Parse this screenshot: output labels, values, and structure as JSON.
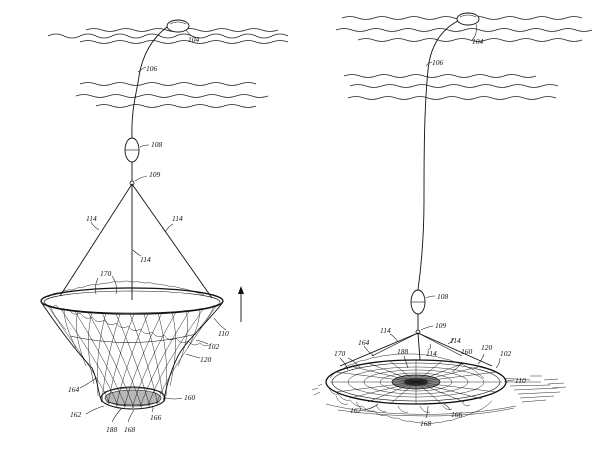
{
  "labels": {
    "left": {
      "float": "104",
      "line": "106",
      "weight": "108",
      "ring": "109",
      "bridle_a": "114",
      "bridle_b": "114",
      "bridle_c": "114",
      "top_hoop": "170",
      "trap": "110",
      "mesh": "102",
      "mid_hoop": "120",
      "side_ring": "164",
      "base_ring": "160",
      "bottom_left": "162",
      "bottom_a": "188",
      "bottom_b": "168",
      "bottom_c": "166"
    },
    "right": {
      "float": "104",
      "line": "106",
      "weight": "108",
      "ring": "109",
      "bridle_a": "114",
      "bridle_b": "114",
      "bridle_c": "114",
      "top_hoop": "170",
      "side_ring": "164",
      "center": "188",
      "base_ring": "160",
      "mid_hoop": "120",
      "mesh": "102",
      "trap": "110",
      "bottom_left": "162",
      "bottom_a": "168",
      "bottom_b": "166"
    }
  }
}
